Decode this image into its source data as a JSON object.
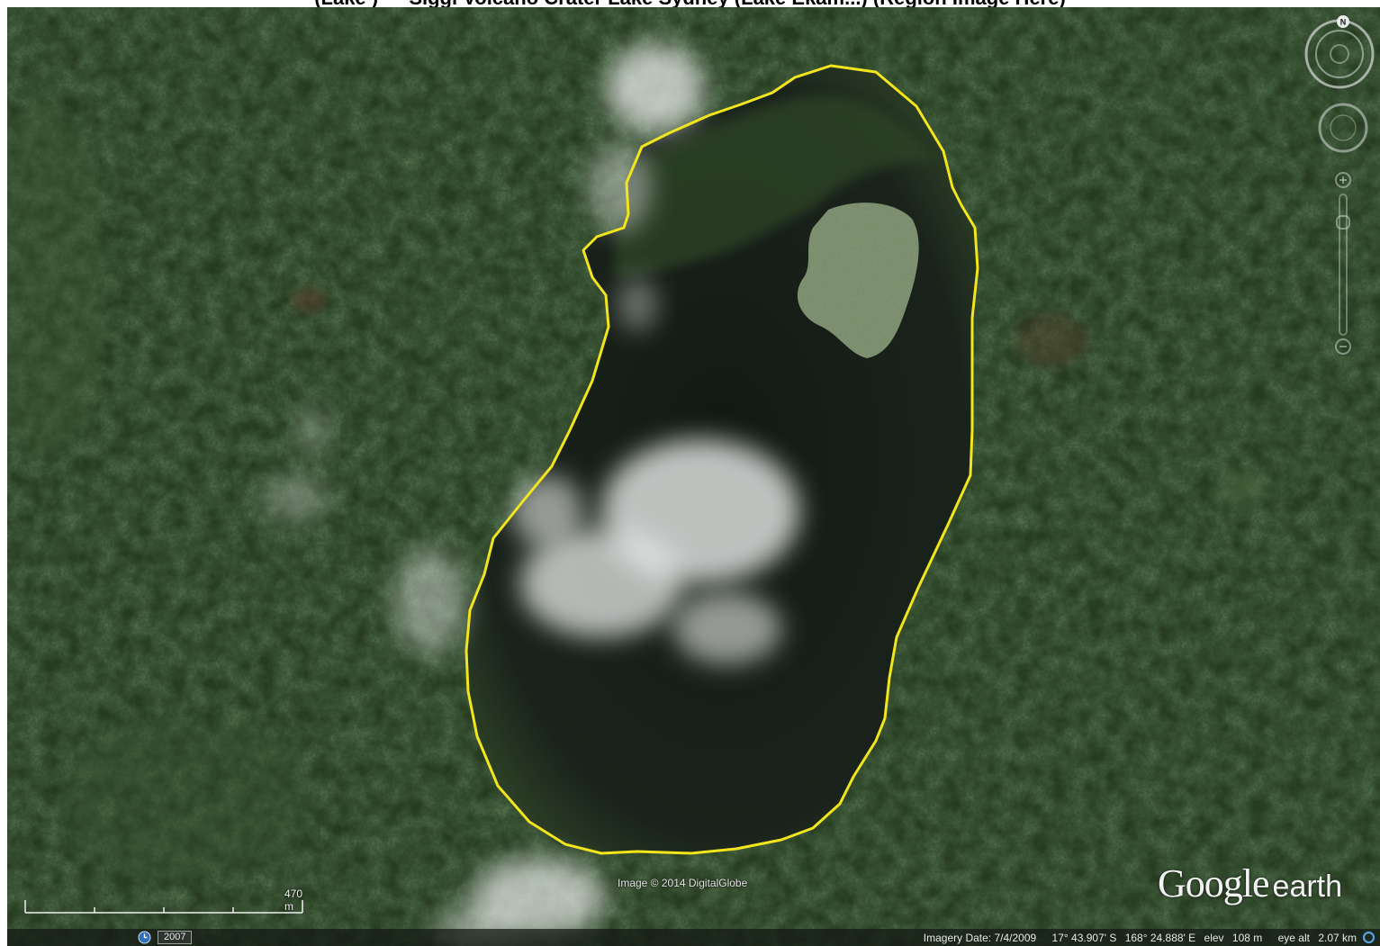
{
  "header": {
    "title": "(Lake ) — Siggi Volcano Crater Lake Sydney (Lake Ekam...) (Region Image Here)"
  },
  "map": {
    "credit": "Image © 2014 DigitalGlobe",
    "logo_word": "Google",
    "logo_suffix": "earth",
    "scale_label": "470 m",
    "history_year": "2007",
    "imagery_date_label": "Imagery Date: 7/4/2009",
    "latitude": "17° 43.907' S",
    "longitude": "168° 24.888' E",
    "elevation_label": "elev",
    "elevation": "108 m",
    "eye_alt_label": "eye alt",
    "eye_alt": "2.07 km",
    "compass_north": "N"
  },
  "colors": {
    "outline": "#f2e51c",
    "forest": "#27391f",
    "lake": "#171e18",
    "island": "#7a8e6b"
  },
  "icons": [
    "compass-icon",
    "look-joystick-icon",
    "zoom-plus-icon",
    "zoom-minus-icon",
    "history-clock-icon",
    "status-globe-icon"
  ]
}
